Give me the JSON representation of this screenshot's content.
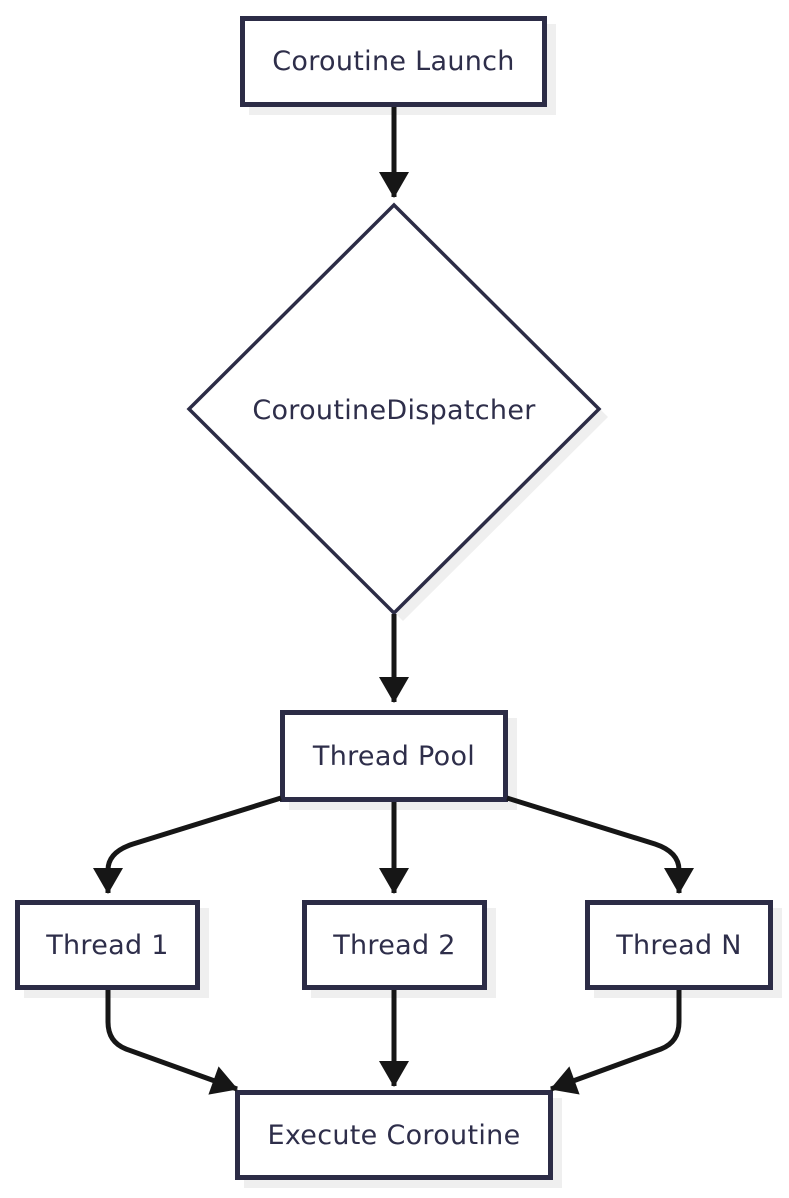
{
  "diagram": {
    "type": "flowchart",
    "direction": "top-down",
    "colors": {
      "stroke": "#2c2c46",
      "text": "#2e2e4a",
      "arrow": "#161616",
      "shadow": "#efefef",
      "bg": "#ffffff"
    },
    "nodes": [
      {
        "id": "launch",
        "label": "Coroutine Launch",
        "shape": "rectangle"
      },
      {
        "id": "dispatcher",
        "label": "CoroutineDispatcher",
        "shape": "diamond"
      },
      {
        "id": "pool",
        "label": "Thread Pool",
        "shape": "rectangle"
      },
      {
        "id": "thread1",
        "label": "Thread 1",
        "shape": "rectangle"
      },
      {
        "id": "thread2",
        "label": "Thread 2",
        "shape": "rectangle"
      },
      {
        "id": "threadN",
        "label": "Thread N",
        "shape": "rectangle"
      },
      {
        "id": "execute",
        "label": "Execute Coroutine",
        "shape": "rectangle"
      }
    ],
    "edges": [
      {
        "from": "launch",
        "to": "dispatcher"
      },
      {
        "from": "dispatcher",
        "to": "pool"
      },
      {
        "from": "pool",
        "to": "thread1"
      },
      {
        "from": "pool",
        "to": "thread2"
      },
      {
        "from": "pool",
        "to": "threadN"
      },
      {
        "from": "thread1",
        "to": "execute"
      },
      {
        "from": "thread2",
        "to": "execute"
      },
      {
        "from": "threadN",
        "to": "execute"
      }
    ]
  }
}
